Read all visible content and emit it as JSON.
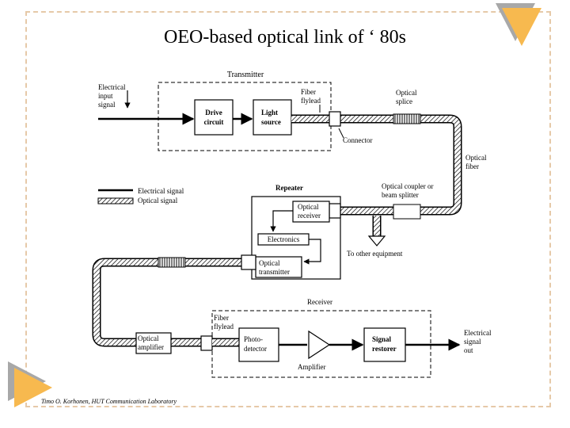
{
  "slide": {
    "title": "OEO-based optical link of ‘ 80s",
    "footer": "Timo O. Korhonen, HUT Communication Laboratory"
  },
  "diagram": {
    "electrical_input_line1": "Electrical",
    "electrical_input_line2": "input",
    "electrical_input_line3": "signal",
    "transmitter_label": "Transmitter",
    "drive_circuit_line1": "Drive",
    "drive_circuit_line2": "circuit",
    "light_source_line1": "Light",
    "light_source_line2": "source",
    "fiber_flylead_top_line1": "Fiber",
    "fiber_flylead_top_line2": "flylead",
    "connector_label": "Connector",
    "optical_splice_line1": "Optical",
    "optical_splice_line2": "splice",
    "optical_fiber_line1": "Optical",
    "optical_fiber_line2": "fiber",
    "legend_electrical": "Electrical signal",
    "legend_optical": "Optical signal",
    "repeater_label": "Repeater",
    "optical_coupler_line1": "Optical coupler or",
    "optical_coupler_line2": "beam splitter",
    "optical_receiver_line1": "Optical",
    "optical_receiver_line2": "receiver",
    "electronics_label": "Electronics",
    "optical_transmitter_line1": "Optical",
    "optical_transmitter_line2": "transmitter",
    "to_other_equipment": "To other equipment",
    "receiver_label": "Receiver",
    "fiber_flylead_bottom_line1": "Fiber",
    "fiber_flylead_bottom_line2": "flylead",
    "optical_amplifier_line1": "Optical",
    "optical_amplifier_line2": "amplifier",
    "photodetector_line1": "Photo-",
    "photodetector_line2": "detector",
    "amplifier_label": "Amplifier",
    "signal_restorer_line1": "Signal",
    "signal_restorer_line2": "restorer",
    "electrical_output_line1": "Electrical",
    "electrical_output_line2": "signal",
    "electrical_output_line3": "out"
  },
  "colors": {
    "frame_dash": "#e6c9a8",
    "corner_orange": "#f7b94f",
    "corner_gray": "#a8a8a8"
  }
}
